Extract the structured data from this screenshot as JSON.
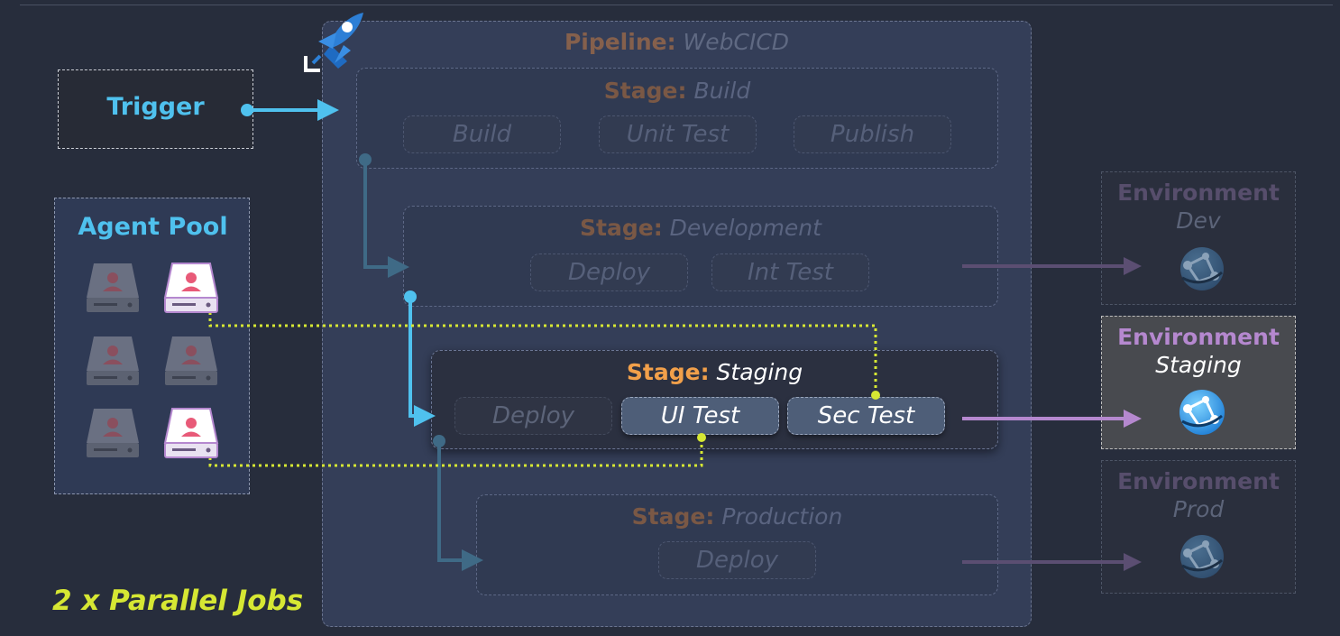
{
  "pipeline": {
    "label": "Pipeline:",
    "name": "WebCICD"
  },
  "trigger": {
    "label": "Trigger"
  },
  "agent_pool": {
    "title": "Agent Pool"
  },
  "stages": [
    {
      "label": "Stage:",
      "name": "Build",
      "jobs": [
        "Build",
        "Unit Test",
        "Publish"
      ]
    },
    {
      "label": "Stage:",
      "name": "Development",
      "jobs": [
        "Deploy",
        "Int Test"
      ]
    },
    {
      "label": "Stage:",
      "name": "Staging",
      "jobs": [
        "Deploy",
        "UI Test",
        "Sec Test"
      ]
    },
    {
      "label": "Stage:",
      "name": "Production",
      "jobs": [
        "Deploy"
      ]
    }
  ],
  "environments": [
    {
      "label": "Environment",
      "name": "Dev"
    },
    {
      "label": "Environment",
      "name": "Staging"
    },
    {
      "label": "Environment",
      "name": "Prod"
    }
  ],
  "footer": {
    "parallel_jobs": "2 x Parallel Jobs"
  },
  "colors": {
    "background": "#272d3c",
    "accent_blue": "#4fc1ee",
    "stage_orange": "#f2a04a",
    "environment_purple": "#b588cf",
    "parallel_yellow": "#d6e733"
  },
  "icons": {
    "pipelines_logo": "azure-pipelines-rocket-icon",
    "agent": "agent-server-icon",
    "environment": "app-service-globe-icon"
  }
}
